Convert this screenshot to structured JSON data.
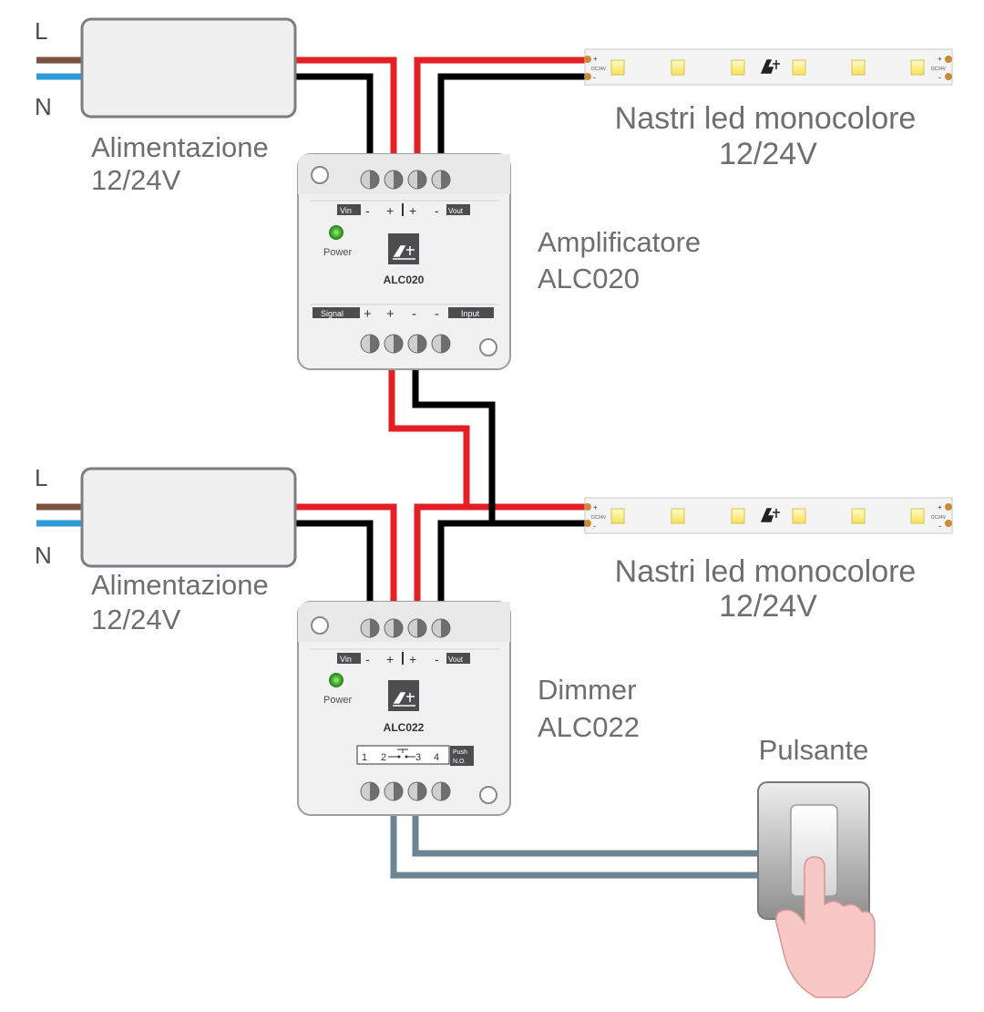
{
  "colors": {
    "live": "#e31e24",
    "ground": "#000000",
    "phase": "#7a5240",
    "neutral": "#2e9ad8",
    "button_wire": "#6b8593",
    "text": "#6d6e71",
    "power_led": "#3fae2a"
  },
  "top": {
    "psu": {
      "line_l": "L",
      "line_n": "N",
      "label1": "Alimentazione",
      "label2": "12/24V"
    },
    "strip": {
      "label1": "Nastri led monocolore",
      "label2": "12/24V",
      "end_plus": "+",
      "end_minus": "-",
      "volt_tag": "DC24V"
    },
    "device": {
      "title1": "Amplificatore",
      "title2": "ALC020",
      "model": "ALC020",
      "power": "Power",
      "vin": "Vin",
      "vout": "Vout",
      "minus": "-",
      "plus": "+",
      "signal": "Signal",
      "input": "Input"
    }
  },
  "bottom": {
    "psu": {
      "line_l": "L",
      "line_n": "N",
      "label1": "Alimentazione",
      "label2": "12/24V"
    },
    "strip": {
      "label1": "Nastri led monocolore",
      "label2": "12/24V",
      "end_plus": "+",
      "end_minus": "-",
      "volt_tag": "DC24V"
    },
    "device": {
      "title1": "Dimmer",
      "title2": "ALC022",
      "model": "ALC022",
      "power": "Power",
      "vin": "Vin",
      "vout": "Vout",
      "minus": "-",
      "plus": "+",
      "push": "Push",
      "no": "N.O.",
      "pin1": "1",
      "pin2": "2",
      "pin3": "3",
      "pin4": "4"
    }
  },
  "button": {
    "label": "Pulsante"
  }
}
